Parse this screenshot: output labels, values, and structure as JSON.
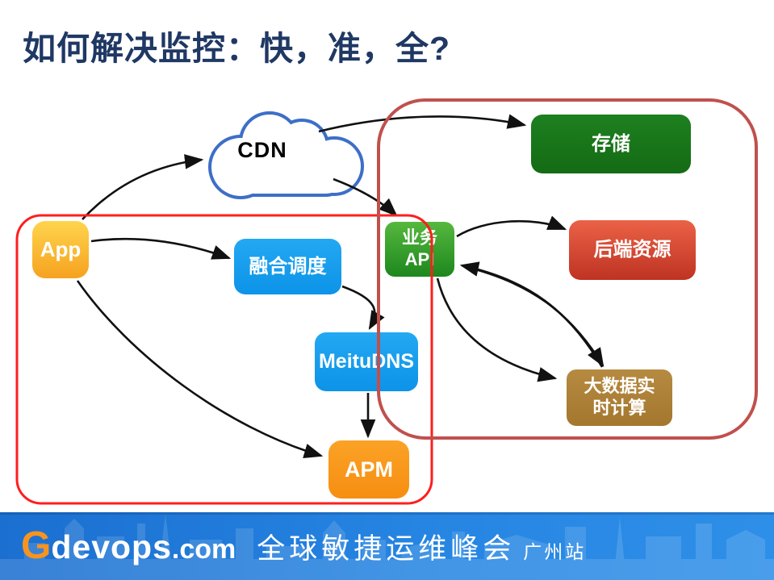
{
  "title": "如何解决监控：快，准，全?",
  "colors": {
    "title_text": "#1F3864",
    "left_group_border": "#FF1E1E",
    "right_group_border": "#C0504D",
    "arrow": "#111111",
    "cdn_cloud_outline": "#3D6FC7",
    "app_box": "#F6A21F",
    "blue_box": "#149FF0",
    "apm_box": "#F7941E",
    "yewu_box": "#2E9A2E",
    "cunchu_box": "#1A7A1A",
    "houduan_box": "#D04531",
    "dashuju_box": "#AD8038",
    "footer_bg": "#2685E2",
    "logo_g": "#F7941E"
  },
  "nodes": {
    "cdn": {
      "label": "CDN"
    },
    "app": {
      "label": "App"
    },
    "ronghe": {
      "label": "融合调度"
    },
    "meitudns": {
      "label": "MeituDNS"
    },
    "apm": {
      "label": "APM"
    },
    "yewu_api": {
      "label": "业务\nAPI"
    },
    "cunchu": {
      "label": "存储"
    },
    "houduan": {
      "label": "后端资源"
    },
    "dashuju": {
      "label": "大数据实\n时计算"
    }
  },
  "edges": [
    {
      "from": "App",
      "to": "CDN"
    },
    {
      "from": "App",
      "to": "融合调度"
    },
    {
      "from": "App",
      "to": "APM"
    },
    {
      "from": "CDN",
      "to": "存储"
    },
    {
      "from": "CDN",
      "to": "业务API"
    },
    {
      "from": "融合调度",
      "to": "MeituDNS"
    },
    {
      "from": "MeituDNS",
      "to": "APM"
    },
    {
      "from": "业务API",
      "to": "后端资源"
    },
    {
      "from": "业务API",
      "to": "大数据实时计算"
    },
    {
      "from": "大数据实时计算",
      "to": "业务API"
    }
  ],
  "footer": {
    "logo_g": "G",
    "logo_devops": "devops",
    "logo_com": ".com",
    "event": "全球敏捷运维峰会",
    "city": "广州站"
  }
}
